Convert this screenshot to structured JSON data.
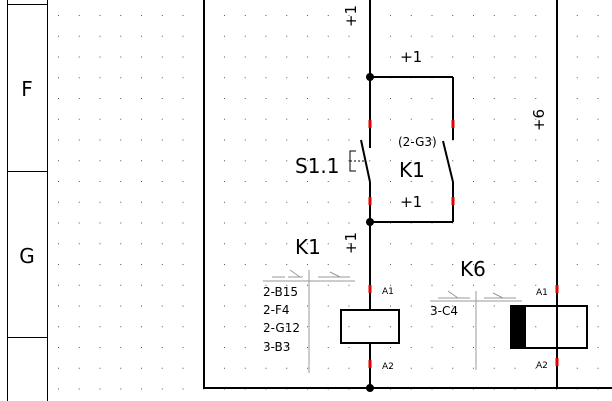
{
  "rows": [
    {
      "label": "F"
    },
    {
      "label": "G"
    }
  ],
  "potentials": {
    "top_plus1": "+1",
    "branch_top_plus1": "+1",
    "branch_bottom_plus1": "+1",
    "coil_feed_plus1": "+1",
    "right_plus6": "+6"
  },
  "switch_s1": {
    "label": "S1.1"
  },
  "contact_k1": {
    "label": "K1",
    "ref": "(2-G3)"
  },
  "coil_k1": {
    "label": "K1",
    "terminal_top": "A1",
    "terminal_bottom": "A2",
    "cross_refs": [
      "2-B15",
      "2-F4",
      "2-G12",
      "3-B3"
    ]
  },
  "coil_k6": {
    "label": "K6",
    "terminal_top": "A1",
    "terminal_bottom": "A2",
    "cross_refs": [
      "3-C4"
    ]
  },
  "colors": {
    "wire": "#000000",
    "terminal_mark": "#e00000",
    "grid_dot": "#555555"
  }
}
